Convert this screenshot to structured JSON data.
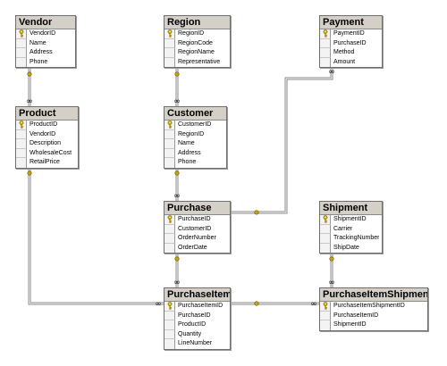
{
  "diagram": {
    "tables": [
      {
        "id": "vendor",
        "name": "Vendor",
        "fields": [
          {
            "name": "VendorID",
            "primary_key": true
          },
          {
            "name": "Name",
            "primary_key": false
          },
          {
            "name": "Address",
            "primary_key": false
          },
          {
            "name": "Phone",
            "primary_key": false
          }
        ]
      },
      {
        "id": "region",
        "name": "Region",
        "fields": [
          {
            "name": "RegionID",
            "primary_key": true
          },
          {
            "name": "RegionCode",
            "primary_key": false
          },
          {
            "name": "RegionName",
            "primary_key": false
          },
          {
            "name": "Representative",
            "primary_key": false
          }
        ]
      },
      {
        "id": "payment",
        "name": "Payment",
        "fields": [
          {
            "name": "PaymentID",
            "primary_key": true
          },
          {
            "name": "PurchaseID",
            "primary_key": false
          },
          {
            "name": "Method",
            "primary_key": false
          },
          {
            "name": "Amount",
            "primary_key": false
          }
        ]
      },
      {
        "id": "product",
        "name": "Product",
        "fields": [
          {
            "name": "ProductID",
            "primary_key": true
          },
          {
            "name": "VendorID",
            "primary_key": false
          },
          {
            "name": "Description",
            "primary_key": false
          },
          {
            "name": "WholesaleCost",
            "primary_key": false
          },
          {
            "name": "RetailPrice",
            "primary_key": false
          }
        ]
      },
      {
        "id": "customer",
        "name": "Customer",
        "fields": [
          {
            "name": "CustomerID",
            "primary_key": true
          },
          {
            "name": "RegionID",
            "primary_key": false
          },
          {
            "name": "Name",
            "primary_key": false
          },
          {
            "name": "Address",
            "primary_key": false
          },
          {
            "name": "Phone",
            "primary_key": false
          }
        ]
      },
      {
        "id": "purchase",
        "name": "Purchase",
        "fields": [
          {
            "name": "PurchaseID",
            "primary_key": true
          },
          {
            "name": "CustomerID",
            "primary_key": false
          },
          {
            "name": "OrderNumber",
            "primary_key": false
          },
          {
            "name": "OrderDate",
            "primary_key": false
          }
        ]
      },
      {
        "id": "shipment",
        "name": "Shipment",
        "fields": [
          {
            "name": "ShipmentID",
            "primary_key": true
          },
          {
            "name": "Carrier",
            "primary_key": false
          },
          {
            "name": "TrackingNumber",
            "primary_key": false
          },
          {
            "name": "ShipDate",
            "primary_key": false
          }
        ]
      },
      {
        "id": "purchaseitem",
        "name": "PurchaseItem",
        "fields": [
          {
            "name": "PurchaseItemID",
            "primary_key": true
          },
          {
            "name": "PurchaseID",
            "primary_key": false
          },
          {
            "name": "ProductID",
            "primary_key": false
          },
          {
            "name": "Quantity",
            "primary_key": false
          },
          {
            "name": "LineNumber",
            "primary_key": false
          }
        ]
      },
      {
        "id": "purchaseitemshipment",
        "name": "PurchaseItemShipment",
        "fields": [
          {
            "name": "PurchaseItemShipmentID",
            "primary_key": true
          },
          {
            "name": "PurchaseItemID",
            "primary_key": false
          },
          {
            "name": "ShipmentID",
            "primary_key": false
          }
        ]
      }
    ],
    "relationships": [
      {
        "from": "vendor",
        "to": "product"
      },
      {
        "from": "region",
        "to": "customer"
      },
      {
        "from": "customer",
        "to": "purchase"
      },
      {
        "from": "purchase",
        "to": "payment"
      },
      {
        "from": "purchase",
        "to": "purchaseitem"
      },
      {
        "from": "product",
        "to": "purchaseitem"
      },
      {
        "from": "purchaseitem",
        "to": "purchaseitemshipment"
      },
      {
        "from": "shipment",
        "to": "purchaseitemshipment"
      }
    ],
    "colors": {
      "title_bar": "#d4d0c8",
      "line": "#8a8a8a",
      "key": "#d4b400"
    }
  }
}
